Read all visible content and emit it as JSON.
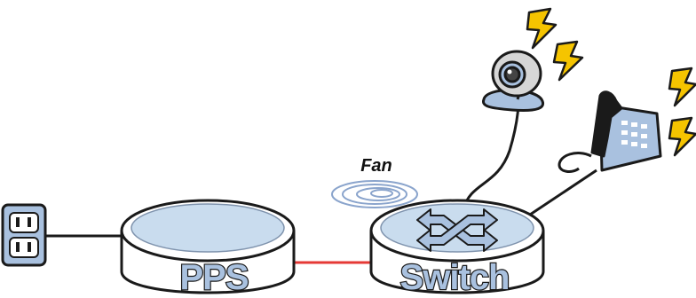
{
  "diagram": {
    "nodes": {
      "outlet": {
        "icon": "power-outlet-icon"
      },
      "pps": {
        "label": "PPS"
      },
      "switch": {
        "label": "Switch",
        "icon": "switch-arrows-icon"
      },
      "fan": {
        "label": "Fan",
        "icon": "fan-icon"
      },
      "camera": {
        "icon": "webcam-icon"
      },
      "phone": {
        "icon": "desk-phone-icon"
      }
    },
    "decorations": [
      "lightning-icon",
      "lightning-icon",
      "lightning-icon",
      "lightning-icon"
    ],
    "links": [
      {
        "from": "outlet",
        "to": "pps"
      },
      {
        "from": "pps",
        "to": "switch",
        "style": "power"
      },
      {
        "from": "switch",
        "to": "camera"
      },
      {
        "from": "switch",
        "to": "phone"
      }
    ],
    "colors": {
      "device_top": "#c9dcee",
      "label_fill": "#a9c1df",
      "power_link": "#e53935",
      "lightning": "#f5c400",
      "fan": "#8aa4cc",
      "outline": "#1a1a1a"
    }
  }
}
